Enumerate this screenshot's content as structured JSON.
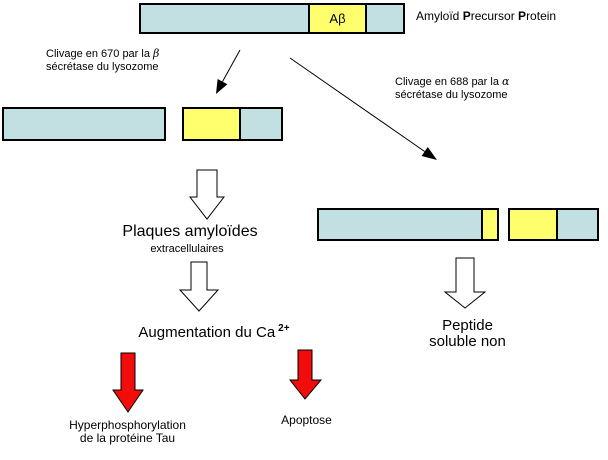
{
  "colors": {
    "bar-blue": "#C2DFE2",
    "bar-yellow": "#FFFF6E",
    "arrow-red": "#F20D0D"
  },
  "top_bar": {
    "abeta_label": "Aβ"
  },
  "header": {
    "title_pre": "Amyloïd ",
    "title_bold1": "P",
    "title_mid": "recursor ",
    "title_bold2": "P",
    "title_end": "rotein"
  },
  "cleavage_beta": {
    "line1_text": "Clivage en 670 par la ",
    "symbol": "β",
    "line2": "sécrétase du lysozome"
  },
  "cleavage_alpha": {
    "line1_text": "Clivage en 688 par la ",
    "symbol": "α",
    "line2": "sécrétase du lysozome"
  },
  "left_pathway": {
    "plaques_title": "Plaques amyloïdes",
    "plaques_subtitle": "extracellulaires",
    "calcium_text": "Augmentation du Ca",
    "calcium_sup": "2+",
    "tau_line1": "Hyperphosphorylation",
    "tau_line2": "de la protéine Tau",
    "apoptose_label": "Apoptose"
  },
  "right_pathway": {
    "peptide_line1": "Peptide",
    "peptide_line2": "soluble non"
  }
}
